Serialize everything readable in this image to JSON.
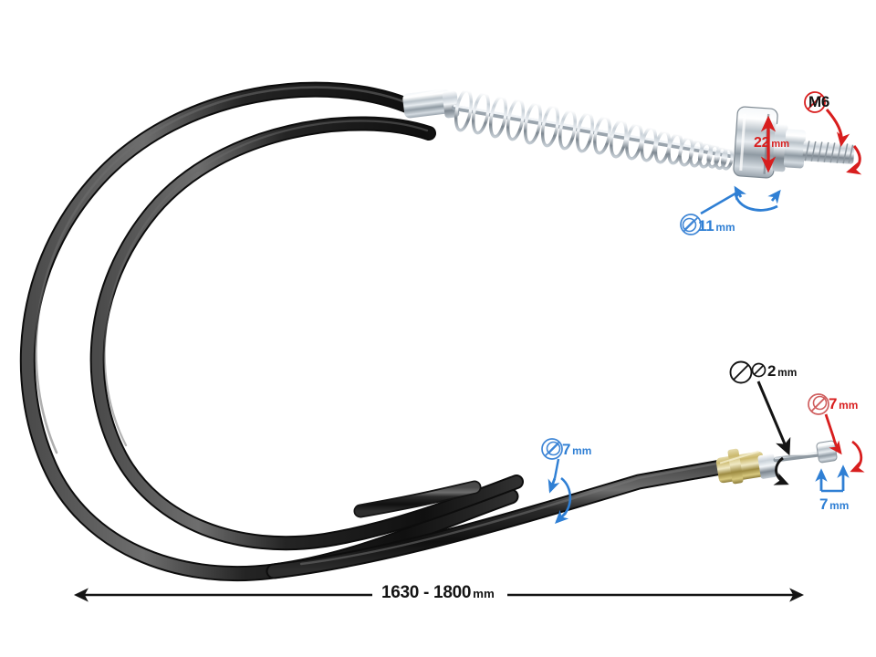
{
  "product": {
    "name": "brake-cable-with-spring-and-adjuster",
    "background_color": "#ffffff",
    "cable_color": "#1c1c1c",
    "chrome_color": "#cfd4d8",
    "brass_color": "#b8a45c"
  },
  "annotations": {
    "thread_size": {
      "text": "M6",
      "unit": "",
      "color": "#141414",
      "marker_color": "#d81e1e",
      "has_diameter_symbol": true,
      "target": "threaded-stud"
    },
    "nut_height": {
      "text": "22",
      "unit": "mm",
      "color": "#d81e1e",
      "has_diameter_symbol": false,
      "target": "adjuster-nut-height"
    },
    "nut_diameter": {
      "text": "11",
      "unit": "mm",
      "color": "#2f7fd4",
      "has_diameter_symbol": true,
      "target": "adjuster-nut-diameter"
    },
    "outer_cable_diameter": {
      "text": "7",
      "unit": "mm",
      "color": "#2f7fd4",
      "has_diameter_symbol": true,
      "target": "outer-cable-sheath"
    },
    "inner_wire_diameter": {
      "text": "2",
      "unit": "mm",
      "color": "#141414",
      "has_diameter_symbol": true,
      "target": "inner-wire"
    },
    "barrel_end_diameter": {
      "text": "7",
      "unit": "mm",
      "color": "#d81e1e",
      "has_diameter_symbol": true,
      "target": "barrel-end-diameter"
    },
    "barrel_end_length": {
      "text": "7",
      "unit": "mm",
      "color": "#2f7fd4",
      "has_diameter_symbol": false,
      "target": "barrel-end-length"
    },
    "overall_length": {
      "text": "1630 - 1800",
      "unit": "mm",
      "color": "#141414",
      "has_diameter_symbol": false,
      "target": "total-cable-length"
    }
  }
}
